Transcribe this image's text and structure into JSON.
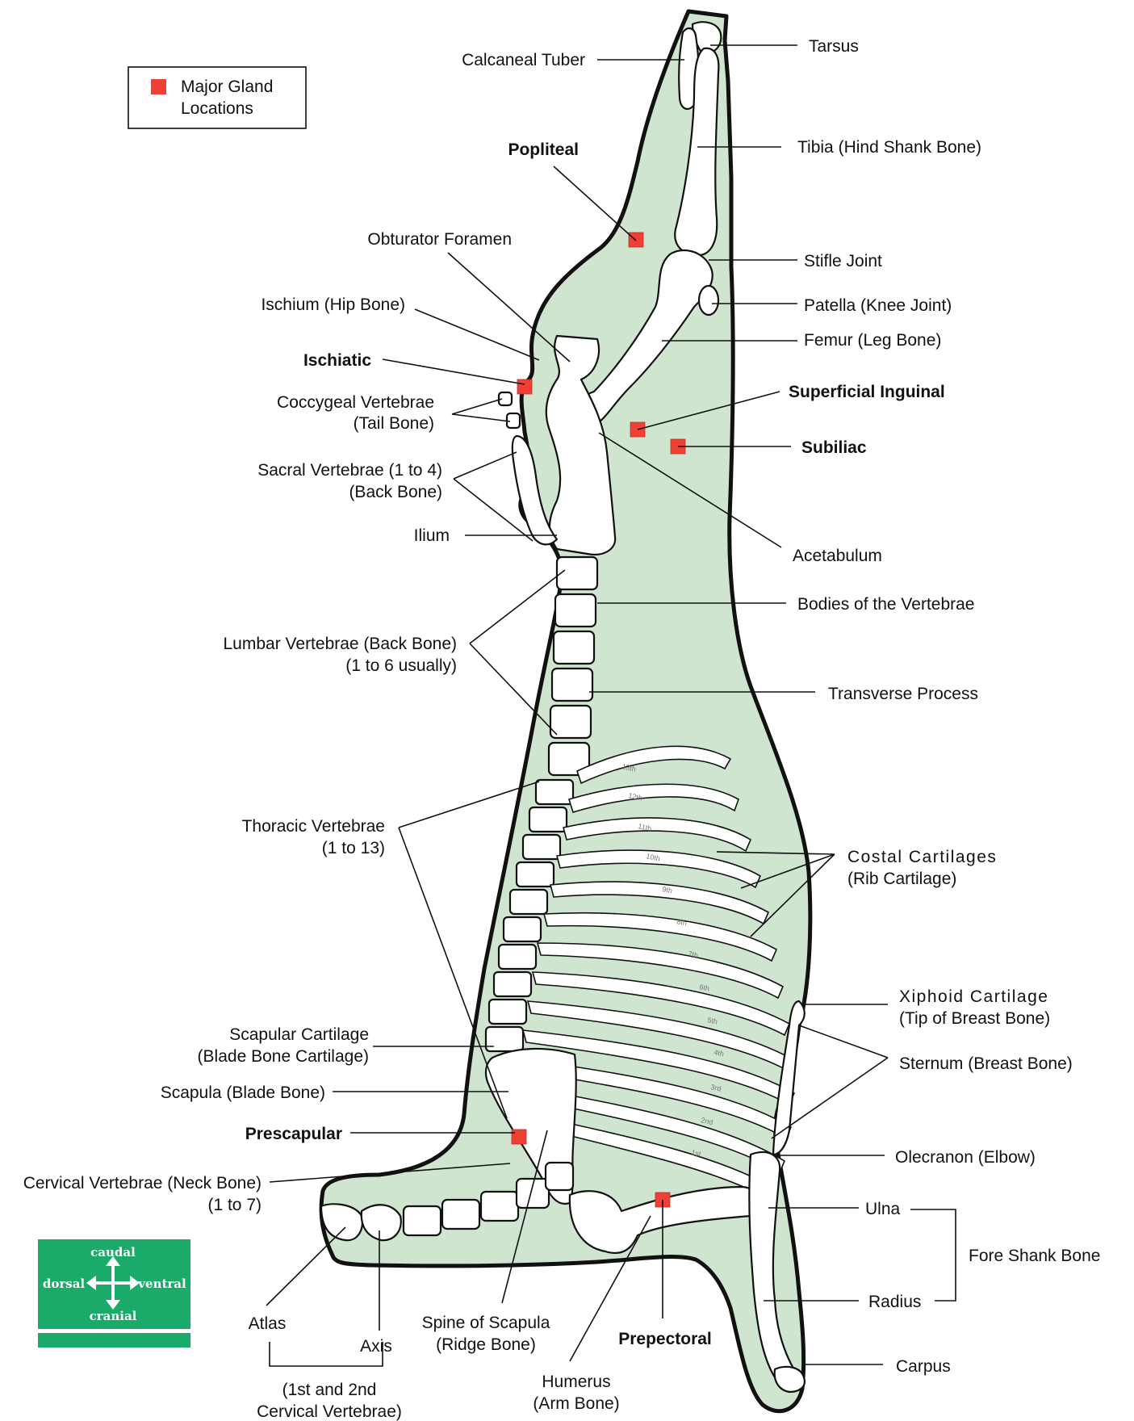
{
  "legend": {
    "label_line1": "Major Gland",
    "label_line2": "Locations"
  },
  "colors": {
    "carcass_fill": "#cfe5cf",
    "outline": "#111111",
    "gland_red": "#ee4035",
    "compass_green": "#1aaa6a"
  },
  "compass": {
    "top": "caudal",
    "bottom": "cranial",
    "left": "dorsal",
    "right": "ventral",
    "icon": "four-way-arrow-icon"
  },
  "labels": {
    "calcaneal_tuber": "Calcaneal Tuber",
    "tarsus": "Tarsus",
    "popliteal": "Popliteal",
    "tibia": "Tibia (Hind Shank Bone)",
    "obturator_foramen": "Obturator Foramen",
    "stifle_joint": "Stifle Joint",
    "ischium": "Ischium (Hip Bone)",
    "patella": "Patella (Knee Joint)",
    "femur": "Femur (Leg Bone)",
    "ischiatic": "Ischiatic",
    "superficial_inguinal": "Superficial Inguinal",
    "coccygeal_l1": "Coccygeal Vertebrae",
    "coccygeal_l2": "(Tail Bone)",
    "subiliac": "Subiliac",
    "sacral_l1": "Sacral Vertebrae (1 to 4)",
    "sacral_l2": "(Back Bone)",
    "ilium": "Ilium",
    "acetabulum": "Acetabulum",
    "bodies_vertebrae": "Bodies of the Vertebrae",
    "lumbar_l1": "Lumbar Vertebrae (Back Bone)",
    "lumbar_l2": "(1 to 6 usually)",
    "transverse_process": "Transverse Process",
    "thoracic_l1": "Thoracic Vertebrae",
    "thoracic_l2": "(1 to 13)",
    "costal_l1": "Costal Cartilages",
    "costal_l2": "(Rib Cartilage)",
    "xiphoid_l1": "Xiphoid Cartilage",
    "xiphoid_l2": "(Tip of Breast Bone)",
    "scapular_cart_l1": "Scapular Cartilage",
    "scapular_cart_l2": "(Blade Bone Cartilage)",
    "sternum": "Sternum (Breast Bone)",
    "scapula": "Scapula (Blade Bone)",
    "prescapular": "Prescapular",
    "olecranon": "Olecranon (Elbow)",
    "cervical_l1": "Cervical Vertebrae (Neck Bone)",
    "cervical_l2": "(1 to 7)",
    "ulna": "Ulna",
    "fore_shank": "Fore Shank Bone",
    "radius": "Radius",
    "atlas": "Atlas",
    "axis": "Axis",
    "spine_scapula_l1": "Spine of Scapula",
    "spine_scapula_l2": "(Ridge Bone)",
    "prepectoral": "Prepectoral",
    "first_second_l1": "(1st and 2nd",
    "first_second_l2": "Cervical Vertebrae)",
    "humerus_l1": "Humerus",
    "humerus_l2": "(Arm Bone)",
    "carpus": "Carpus"
  },
  "rib_numbers": [
    "13th",
    "12th",
    "11th",
    "10th",
    "9th",
    "8th",
    "7th",
    "6th",
    "5th",
    "4th",
    "3rd",
    "2nd",
    "1st"
  ]
}
